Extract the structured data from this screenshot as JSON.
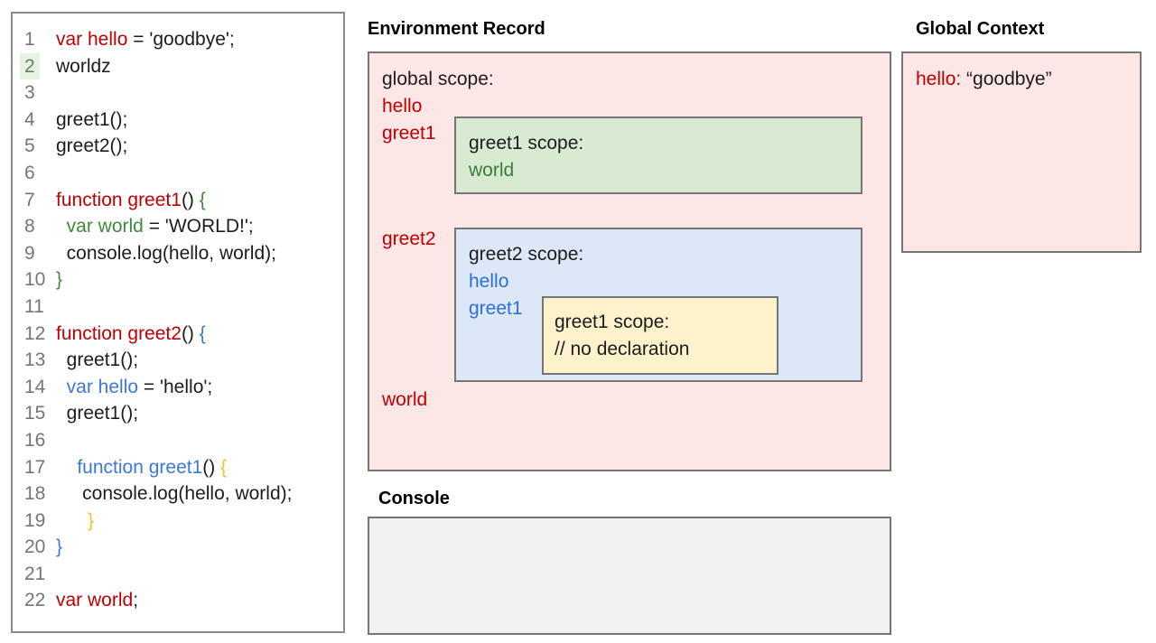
{
  "titles": {
    "environment_record": "Environment Record",
    "global_context": "Global Context",
    "console": "Console"
  },
  "colors": {
    "syntax": {
      "red": "#c00000",
      "green": "#43883f",
      "blue": "#3c78d8",
      "yellow": "#f1c232",
      "black": "#1c1c1c"
    },
    "line_number": "#757575",
    "line_highlight": "#e6f2e2",
    "panel_pink": "#fce6e6",
    "box_green": "#d9ead3",
    "box_blue": "#dce7f8",
    "box_yellow": "#fdf2cc",
    "console_bg": "#f1f1f1",
    "border_gray": "#757575",
    "env_red_text": "#c00000",
    "env_green_text": "#3a7d3a",
    "env_blue_text": "#2f6fd8"
  },
  "code_editor": {
    "lines": [
      {
        "n": "1",
        "hl": false,
        "tokens": [
          [
            "red",
            "var hello"
          ],
          [
            "black",
            " = 'goodbye';"
          ]
        ]
      },
      {
        "n": "2",
        "hl": true,
        "tokens": [
          [
            "black",
            "worldz"
          ]
        ]
      },
      {
        "n": "3",
        "hl": false,
        "tokens": []
      },
      {
        "n": "4",
        "hl": false,
        "tokens": [
          [
            "black",
            "greet1();"
          ]
        ]
      },
      {
        "n": "5",
        "hl": false,
        "tokens": [
          [
            "black",
            "greet2();"
          ]
        ]
      },
      {
        "n": "6",
        "hl": false,
        "tokens": []
      },
      {
        "n": "7",
        "hl": false,
        "tokens": [
          [
            "red",
            "function greet1"
          ],
          [
            "black",
            "() "
          ],
          [
            "green",
            "{"
          ]
        ]
      },
      {
        "n": "8",
        "hl": false,
        "tokens": [
          [
            "black",
            "  "
          ],
          [
            "green",
            "var world"
          ],
          [
            "black",
            " = 'WORLD!';"
          ]
        ]
      },
      {
        "n": "9",
        "hl": false,
        "tokens": [
          [
            "black",
            "  console.log(hello, world);"
          ]
        ]
      },
      {
        "n": "10",
        "hl": false,
        "tokens": [
          [
            "green",
            "}"
          ]
        ]
      },
      {
        "n": "11",
        "hl": false,
        "tokens": []
      },
      {
        "n": "12",
        "hl": false,
        "tokens": [
          [
            "red",
            "function greet2"
          ],
          [
            "black",
            "() "
          ],
          [
            "blue",
            "{"
          ]
        ]
      },
      {
        "n": "13",
        "hl": false,
        "tokens": [
          [
            "black",
            "  greet1();"
          ]
        ]
      },
      {
        "n": "14",
        "hl": false,
        "tokens": [
          [
            "black",
            "  "
          ],
          [
            "blue",
            "var hello"
          ],
          [
            "black",
            " = 'hello';"
          ]
        ]
      },
      {
        "n": "15",
        "hl": false,
        "tokens": [
          [
            "black",
            "  greet1();"
          ]
        ]
      },
      {
        "n": "16",
        "hl": false,
        "tokens": []
      },
      {
        "n": "17",
        "hl": false,
        "tokens": [
          [
            "black",
            "    "
          ],
          [
            "blue",
            "function greet1"
          ],
          [
            "black",
            "() "
          ],
          [
            "yellow",
            "{"
          ]
        ]
      },
      {
        "n": "18",
        "hl": false,
        "tokens": [
          [
            "black",
            "     console.log(hello, world);"
          ]
        ]
      },
      {
        "n": "19",
        "hl": false,
        "tokens": [
          [
            "black",
            "      "
          ],
          [
            "yellow",
            "}"
          ]
        ]
      },
      {
        "n": "20",
        "hl": false,
        "tokens": [
          [
            "blue",
            "}"
          ]
        ]
      },
      {
        "n": "21",
        "hl": false,
        "tokens": []
      },
      {
        "n": "22",
        "hl": false,
        "tokens": [
          [
            "red",
            "var world"
          ],
          [
            "black",
            ";"
          ]
        ]
      }
    ]
  },
  "environment_record": {
    "global_scope_label": "global scope:",
    "hello": "hello",
    "greet1": "greet1",
    "greet2": "greet2",
    "world": "world",
    "greet1_scope": {
      "label": "greet1 scope:",
      "world": "world"
    },
    "greet2_scope": {
      "label": "greet2 scope:",
      "hello": "hello",
      "greet1": "greet1",
      "inner_greet1_scope": {
        "label": "greet1 scope:",
        "comment": "// no declaration"
      }
    }
  },
  "global_context": {
    "entry_key": "hello:",
    "entry_value": " “goodbye”"
  }
}
